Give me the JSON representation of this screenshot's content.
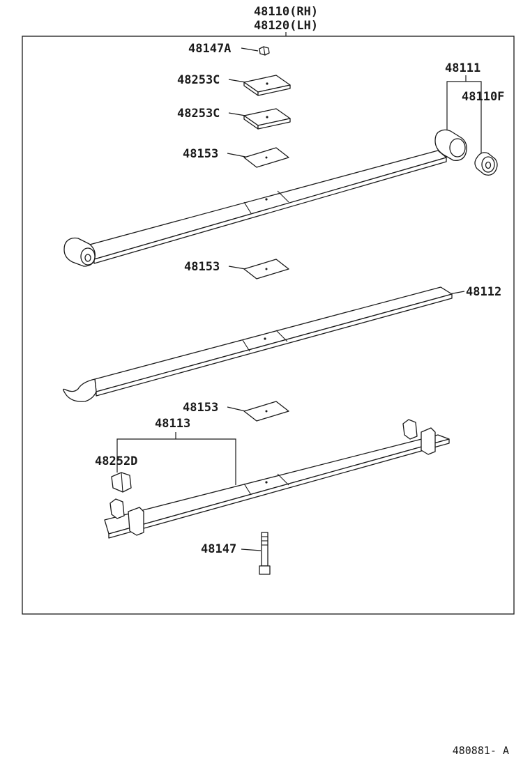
{
  "assembly": {
    "rh_label": "48110(RH)",
    "lh_label": "48120(LH)"
  },
  "callouts": {
    "bolt_top": "48147A",
    "plate_1": "48253C",
    "plate_2": "48253C",
    "insert_1": "48153",
    "main_leaf": "48111",
    "bushing": "48110F",
    "insert_2": "48153",
    "second_leaf": "48112",
    "insert_3": "48153",
    "third_leaf": "48113",
    "clip": "48252D",
    "center_bolt": "48147"
  },
  "footer": {
    "drawing_ref": "480881- A"
  }
}
